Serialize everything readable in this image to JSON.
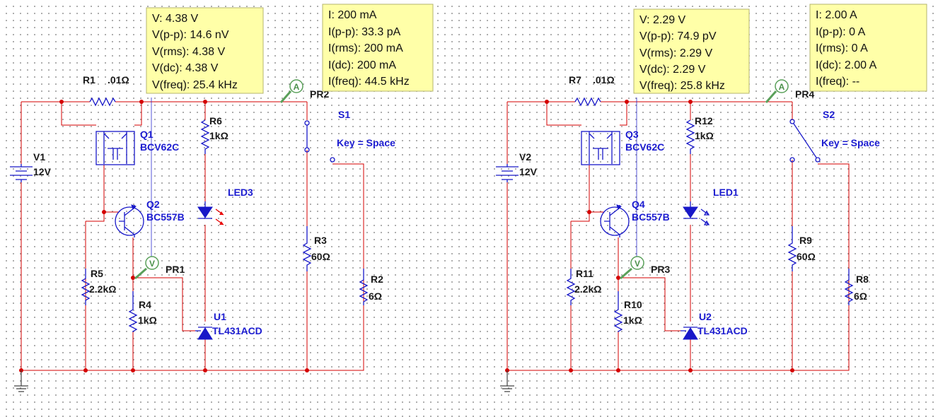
{
  "circuit_left": {
    "r_sense": {
      "ref": "R1",
      "value": ".01Ω"
    },
    "q1": {
      "ref": "Q1",
      "part": "BCV62C"
    },
    "q2": {
      "ref": "Q2",
      "part": "BC557B"
    },
    "r6": {
      "ref": "R6",
      "value": "1kΩ"
    },
    "led": {
      "ref": "LED3"
    },
    "r3": {
      "ref": "R3",
      "value": "60Ω"
    },
    "r2": {
      "ref": "R2",
      "value": "6Ω"
    },
    "r5": {
      "ref": "R5",
      "value": "2.2kΩ"
    },
    "r4": {
      "ref": "R4",
      "value": "1kΩ"
    },
    "u1": {
      "ref": "U1",
      "part": "TL431ACD"
    },
    "v1": {
      "ref": "V1",
      "value": "12V"
    },
    "switch": {
      "ref": "S1",
      "key": "Key = Space"
    },
    "probe_v": {
      "ref": "PR1",
      "symbol": "V"
    },
    "probe_a": {
      "ref": "PR2",
      "symbol": "A"
    },
    "voltage_readout": [
      "V: 4.38 V",
      "V(p-p): 14.6 nV",
      "V(rms): 4.38 V",
      "V(dc): 4.38 V",
      "V(freq): 25.4 kHz"
    ],
    "current_readout": [
      "I: 200 mA",
      "I(p-p): 33.3 pA",
      "I(rms): 200 mA",
      "I(dc): 200 mA",
      "I(freq): 44.5 kHz"
    ]
  },
  "circuit_right": {
    "r_sense": {
      "ref": "R7",
      "value": ".01Ω"
    },
    "q1": {
      "ref": "Q3",
      "part": "BCV62C"
    },
    "q2": {
      "ref": "Q4",
      "part": "BC557B"
    },
    "r6": {
      "ref": "R12",
      "value": "1kΩ"
    },
    "led": {
      "ref": "LED1"
    },
    "r3": {
      "ref": "R9",
      "value": "60Ω"
    },
    "r2": {
      "ref": "R8",
      "value": "6Ω"
    },
    "r5": {
      "ref": "R11",
      "value": "2.2kΩ"
    },
    "r4": {
      "ref": "R10",
      "value": "1kΩ"
    },
    "u1": {
      "ref": "U2",
      "part": "TL431ACD"
    },
    "v1": {
      "ref": "V2",
      "value": "12V"
    },
    "switch": {
      "ref": "S2",
      "key": "Key = Space"
    },
    "probe_v": {
      "ref": "PR3",
      "symbol": "V"
    },
    "probe_a": {
      "ref": "PR4",
      "symbol": "A"
    },
    "voltage_readout": [
      "V: 2.29 V",
      "V(p-p): 74.9 pV",
      "V(rms): 2.29 V",
      "V(dc): 2.29 V",
      "V(freq): 25.8 kHz"
    ],
    "current_readout": [
      "I: 2.00 A",
      "I(p-p): 0 A",
      "I(rms): 0 A",
      "I(dc): 2.00 A",
      "I(freq): --"
    ]
  },
  "colors": {
    "wire": "#d40000",
    "component": "#1818c8",
    "label": "#1a1a1a",
    "part_label": "#1c1cd0",
    "readout_bg": "#ffffa8",
    "probe": "#5aa05a",
    "led_on_arrows": "#e80000",
    "led_off_arrows": "#1818c8",
    "grid_dot": "#9a9a9a"
  }
}
